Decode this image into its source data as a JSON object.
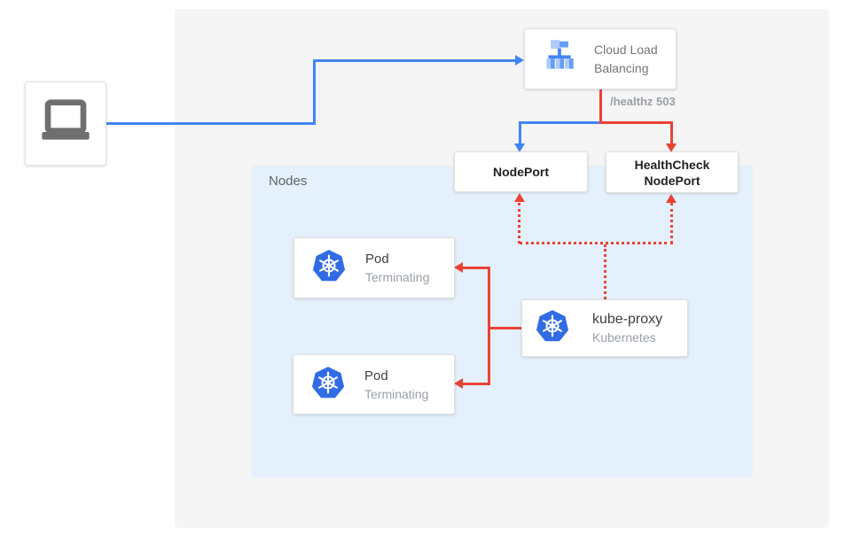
{
  "diagram": {
    "client": {
      "name": "client device"
    },
    "clb": {
      "label_line1": "Cloud Load",
      "label_line2": "Balancing"
    },
    "healthz": {
      "label": "/healthz 503"
    },
    "nodeport": {
      "label": "NodePort"
    },
    "healthcheck": {
      "label_line1": "HealthCheck",
      "label_line2": "NodePort"
    },
    "nodes_group": {
      "label": "Nodes"
    },
    "pods": [
      {
        "title": "Pod",
        "status": "Terminating"
      },
      {
        "title": "Pod",
        "status": "Terminating"
      }
    ],
    "kube_proxy": {
      "title": "kube-proxy",
      "subtitle": "Kubernetes"
    },
    "colors": {
      "edge_blue": "#4285f4",
      "edge_red": "#ea4335",
      "panel_bg": "#f5f5f6",
      "nodes_bg": "#e4f0fb",
      "kubernetes_blue": "#326ce5",
      "icon_gray": "#757575",
      "text_primary": "#3c4043",
      "text_secondary": "#9aa0a6"
    }
  }
}
